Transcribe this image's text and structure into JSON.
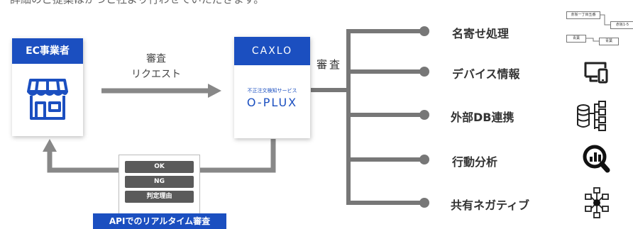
{
  "intro_text": "詳細のご提案はかつと社より行わせていただきます。",
  "ec_card": {
    "title": "EC事業者"
  },
  "cax_card": {
    "logo": "CAXLO",
    "subtitle": "不正注文検知サービス",
    "product": "O-PLUX"
  },
  "request_label": [
    "審査",
    "リクエスト"
  ],
  "audit_label": "審査",
  "response": {
    "items": [
      "OK",
      "NG",
      "判定理由"
    ],
    "caption": "APIでのリアルタイム審査"
  },
  "categories": [
    {
      "label": "名寄せ処理",
      "icon": "address-match-icon"
    },
    {
      "label": "デバイス情報",
      "icon": "devices-icon"
    },
    {
      "label": "外部DB連携",
      "icon": "database-network-icon"
    },
    {
      "label": "行動分析",
      "icon": "analytics-magnifier-icon"
    },
    {
      "label": "共有ネガティブ",
      "icon": "shared-network-icon"
    }
  ],
  "address_thumb": {
    "labels": [
      "赤坂一丁目五番",
      "赤坂1-5",
      "青葉",
      "青葉"
    ]
  },
  "colors": {
    "brand": "#1b4fc0",
    "flow": "#888888",
    "branch": "#777777",
    "button": "#5a5a5a"
  }
}
